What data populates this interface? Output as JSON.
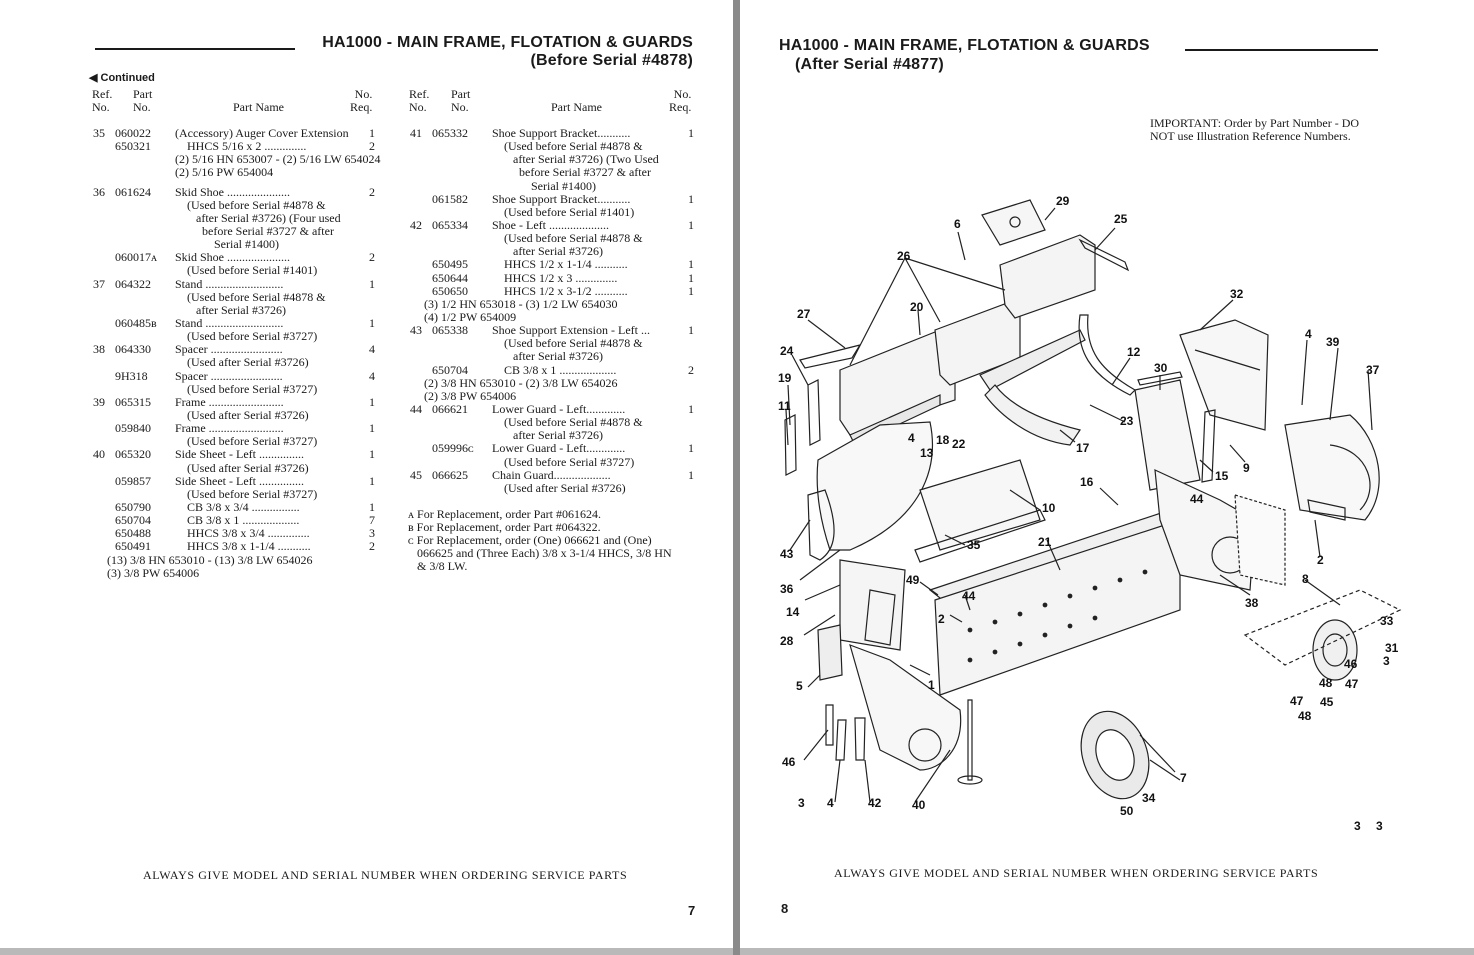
{
  "left_page": {
    "title_line1": "HA1000 - MAIN FRAME, FLOTATION & GUARDS",
    "title_line2": "(Before Serial #4878)",
    "continued": "◀ Continued",
    "headers": {
      "ref": "Ref.\nNo.",
      "part": "Part\nNo.",
      "name": "Part Name",
      "req": "No.\nReq."
    },
    "column1": [
      {
        "ref": "35",
        "part": "060022",
        "name": "(Accessory) Auger Cover Extension",
        "req": "1"
      },
      {
        "ref": "",
        "part": "650321",
        "name": "    HHCS 5/16 x 2 ..............",
        "req": "2"
      },
      {
        "ref": "",
        "part": "",
        "name": "(2) 5/16 HN 653007 - (2) 5/16 LW 654024",
        "req": ""
      },
      {
        "ref": "",
        "part": "",
        "name": "(2) 5/16 PW 654004",
        "req": ""
      },
      {
        "gap": true
      },
      {
        "ref": "36",
        "part": "061624",
        "name": "Skid Shoe .....................",
        "req": "2"
      },
      {
        "ref": "",
        "part": "",
        "name": "    (Used before Serial #4878 &",
        "req": ""
      },
      {
        "ref": "",
        "part": "",
        "name": "       after Serial #3726) (Four used",
        "req": ""
      },
      {
        "ref": "",
        "part": "",
        "name": "         before Serial #3727 & after",
        "req": ""
      },
      {
        "ref": "",
        "part": "",
        "name": "             Serial #1400)",
        "req": ""
      },
      {
        "ref": "",
        "part": "060017ᴀ",
        "name": "Skid Shoe .....................",
        "req": "2"
      },
      {
        "ref": "",
        "part": "",
        "name": "    (Used before Serial #1401)",
        "req": ""
      },
      {
        "ref": "37",
        "part": "064322",
        "name": "Stand ..........................",
        "req": "1"
      },
      {
        "ref": "",
        "part": "",
        "name": "    (Used before Serial #4878 &",
        "req": ""
      },
      {
        "ref": "",
        "part": "",
        "name": "       after Serial #3726)",
        "req": ""
      },
      {
        "ref": "",
        "part": "060485ʙ",
        "name": "Stand ..........................",
        "req": "1"
      },
      {
        "ref": "",
        "part": "",
        "name": "    (Used before Serial #3727)",
        "req": ""
      },
      {
        "ref": "38",
        "part": "064330",
        "name": "Spacer ........................",
        "req": "4"
      },
      {
        "ref": "",
        "part": "",
        "name": "    (Used after Serial #3726)",
        "req": ""
      },
      {
        "ref": "",
        "part": "9H318",
        "name": "Spacer ........................",
        "req": "4"
      },
      {
        "ref": "",
        "part": "",
        "name": "    (Used before Serial #3727)",
        "req": ""
      },
      {
        "ref": "39",
        "part": "065315",
        "name": "Frame .........................",
        "req": "1"
      },
      {
        "ref": "",
        "part": "",
        "name": "    (Used after Serial #3726)",
        "req": ""
      },
      {
        "ref": "",
        "part": "059840",
        "name": "Frame .........................",
        "req": "1"
      },
      {
        "ref": "",
        "part": "",
        "name": "    (Used before Serial #3727)",
        "req": ""
      },
      {
        "ref": "40",
        "part": "065320",
        "name": "Side Sheet - Left ...............",
        "req": "1"
      },
      {
        "ref": "",
        "part": "",
        "name": "    (Used after Serial #3726)",
        "req": ""
      },
      {
        "ref": "",
        "part": "059857",
        "name": "Side Sheet - Left ...............",
        "req": "1"
      },
      {
        "ref": "",
        "part": "",
        "name": "    (Used before Serial #3727)",
        "req": ""
      },
      {
        "ref": "",
        "part": "650790",
        "name": "    CB 3/8 x 3/4 ................",
        "req": "1"
      },
      {
        "ref": "",
        "part": "650704",
        "name": "    CB 3/8 x 1 ...................",
        "req": "7"
      },
      {
        "ref": "",
        "part": "650488",
        "name": "    HHCS 3/8 x 3/4 ..............",
        "req": "3"
      },
      {
        "ref": "",
        "part": "650491",
        "name": "    HHCS 3/8 x 1-1/4 ...........",
        "req": "2"
      },
      {
        "ref": "",
        "part": "",
        "name": "(13) 3/8 HN 653010 - (13) 3/8 LW 654026",
        "req": "",
        "indent": true
      },
      {
        "ref": "",
        "part": "",
        "name": "(3) 3/8 PW 654006",
        "req": "",
        "indent": true
      }
    ],
    "column2": [
      {
        "ref": "41",
        "part": "065332",
        "name": "Shoe Support Bracket...........",
        "req": "1"
      },
      {
        "ref": "",
        "part": "",
        "name": "    (Used before Serial #4878 &",
        "req": ""
      },
      {
        "ref": "",
        "part": "",
        "name": "       after Serial #3726) (Two Used",
        "req": ""
      },
      {
        "ref": "",
        "part": "",
        "name": "         before Serial #3727 & after",
        "req": ""
      },
      {
        "ref": "",
        "part": "",
        "name": "             Serial #1400)",
        "req": ""
      },
      {
        "ref": "",
        "part": "061582",
        "name": "Shoe Support Bracket...........",
        "req": "1"
      },
      {
        "ref": "",
        "part": "",
        "name": "    (Used before Serial #1401)",
        "req": ""
      },
      {
        "ref": "42",
        "part": "065334",
        "name": "Shoe - Left ....................",
        "req": "1"
      },
      {
        "ref": "",
        "part": "",
        "name": "    (Used before Serial #4878 &",
        "req": ""
      },
      {
        "ref": "",
        "part": "",
        "name": "       after Serial #3726)",
        "req": ""
      },
      {
        "ref": "",
        "part": "650495",
        "name": "    HHCS 1/2 x 1-1/4 ...........",
        "req": "1"
      },
      {
        "ref": "",
        "part": "650644",
        "name": "    HHCS 1/2 x 3 ..............",
        "req": "1"
      },
      {
        "ref": "",
        "part": "650650",
        "name": "    HHCS 1/2 x 3-1/2 ...........",
        "req": "1"
      },
      {
        "ref": "",
        "part": "",
        "name": "(3) 1/2 HN 653018 - (3) 1/2 LW 654030",
        "req": "",
        "indent": true
      },
      {
        "ref": "",
        "part": "",
        "name": "(4) 1/2 PW 654009",
        "req": "",
        "indent": true
      },
      {
        "ref": "43",
        "part": "065338",
        "name": "Shoe Support Extension - Left ...",
        "req": "1"
      },
      {
        "ref": "",
        "part": "",
        "name": "    (Used before Serial #4878 &",
        "req": ""
      },
      {
        "ref": "",
        "part": "",
        "name": "       after Serial #3726)",
        "req": ""
      },
      {
        "ref": "",
        "part": "650704",
        "name": "    CB 3/8 x 1 ...................",
        "req": "2"
      },
      {
        "ref": "",
        "part": "",
        "name": "(2) 3/8 HN 653010 - (2) 3/8 LW 654026",
        "req": "",
        "indent": true
      },
      {
        "ref": "",
        "part": "",
        "name": "(2) 3/8 PW 654006",
        "req": "",
        "indent": true
      },
      {
        "ref": "44",
        "part": "066621",
        "name": "Lower Guard - Left.............",
        "req": "1"
      },
      {
        "ref": "",
        "part": "",
        "name": "    (Used before Serial #4878 &",
        "req": ""
      },
      {
        "ref": "",
        "part": "",
        "name": "       after Serial #3726)",
        "req": ""
      },
      {
        "ref": "",
        "part": "059996ᴄ",
        "name": "Lower Guard - Left.............",
        "req": "1"
      },
      {
        "ref": "",
        "part": "",
        "name": "    (Used before Serial #3727)",
        "req": ""
      },
      {
        "ref": "45",
        "part": "066625",
        "name": "Chain Guard...................",
        "req": "1"
      },
      {
        "ref": "",
        "part": "",
        "name": "    (Used after Serial #3726)",
        "req": ""
      }
    ],
    "notes": [
      "ᴀ For Replacement, order Part #061624.",
      "ʙ For Replacement, order Part #064322.",
      "ᴄ For Replacement, order (One) 066621 and (One)",
      "   066625 and (Three Each) 3/8 x 3-1/4 HHCS, 3/8 HN",
      "   & 3/8 LW."
    ],
    "footer": "ALWAYS GIVE MODEL AND SERIAL NUMBER WHEN ORDERING SERVICE PARTS",
    "page_number": "7"
  },
  "right_page": {
    "title_line1": "HA1000 - MAIN FRAME, FLOTATION & GUARDS",
    "title_line2": "(After Serial #4877)",
    "important_line1": "IMPORTANT: Order by Part Number - DO",
    "important_line2": "NOT use Illustration Reference Numbers.",
    "callouts": [
      "29",
      "25",
      "6",
      "26",
      "20",
      "27",
      "32",
      "24",
      "19",
      "11",
      "12",
      "30",
      "4",
      "39",
      "37",
      "4",
      "18",
      "13",
      "22",
      "23",
      "17",
      "15",
      "9",
      "10",
      "16",
      "44",
      "2",
      "43",
      "35",
      "21",
      "38",
      "36",
      "14",
      "28",
      "8",
      "49",
      "44",
      "2",
      "1",
      "5",
      "33",
      "31",
      "3",
      "46",
      "48",
      "47",
      "45",
      "47",
      "48",
      "46",
      "3",
      "4",
      "42",
      "40",
      "7",
      "34",
      "50",
      "3",
      "3"
    ],
    "footer": "ALWAYS GIVE MODEL AND SERIAL NUMBER WHEN ORDERING SERVICE PARTS",
    "page_number": "8"
  }
}
